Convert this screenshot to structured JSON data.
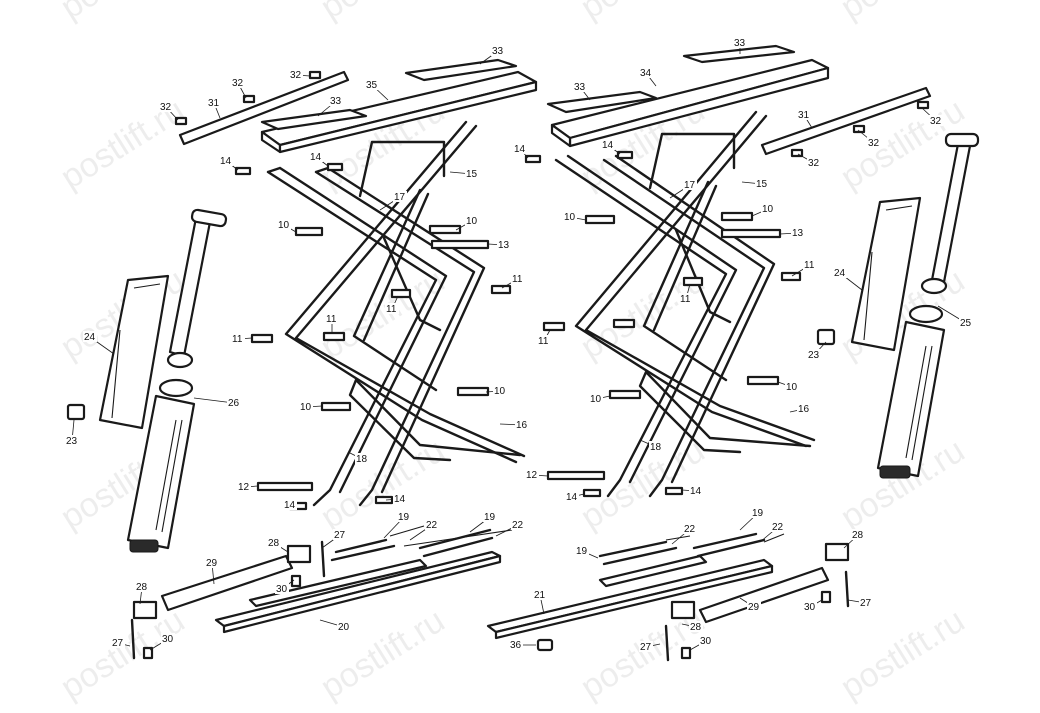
{
  "watermark": {
    "text": "postlift.ru"
  },
  "callouts": [
    {
      "text": "33"
    },
    {
      "text": "32"
    },
    {
      "text": "35"
    },
    {
      "text": "32"
    },
    {
      "text": "31"
    },
    {
      "text": "33"
    },
    {
      "text": "32"
    },
    {
      "text": "14"
    },
    {
      "text": "14"
    },
    {
      "text": "15"
    },
    {
      "text": "17"
    },
    {
      "text": "10"
    },
    {
      "text": "10"
    },
    {
      "text": "13"
    },
    {
      "text": "11"
    },
    {
      "text": "11"
    },
    {
      "text": "11"
    },
    {
      "text": "11"
    },
    {
      "text": "10"
    },
    {
      "text": "10"
    },
    {
      "text": "16"
    },
    {
      "text": "18"
    },
    {
      "text": "12"
    },
    {
      "text": "14"
    },
    {
      "text": "14"
    },
    {
      "text": "24"
    },
    {
      "text": "26"
    },
    {
      "text": "23"
    },
    {
      "text": "33"
    },
    {
      "text": "34"
    },
    {
      "text": "33"
    },
    {
      "text": "31"
    },
    {
      "text": "32"
    },
    {
      "text": "32"
    },
    {
      "text": "32"
    },
    {
      "text": "14"
    },
    {
      "text": "14"
    },
    {
      "text": "15"
    },
    {
      "text": "17"
    },
    {
      "text": "10"
    },
    {
      "text": "10"
    },
    {
      "text": "13"
    },
    {
      "text": "11"
    },
    {
      "text": "11"
    },
    {
      "text": "11"
    },
    {
      "text": "10"
    },
    {
      "text": "10"
    },
    {
      "text": "16"
    },
    {
      "text": "18"
    },
    {
      "text": "12"
    },
    {
      "text": "14"
    },
    {
      "text": "14"
    },
    {
      "text": "24"
    },
    {
      "text": "25"
    },
    {
      "text": "23"
    },
    {
      "text": "19"
    },
    {
      "text": "22"
    },
    {
      "text": "19"
    },
    {
      "text": "22"
    },
    {
      "text": "27"
    },
    {
      "text": "28"
    },
    {
      "text": "29"
    },
    {
      "text": "30"
    },
    {
      "text": "28"
    },
    {
      "text": "27"
    },
    {
      "text": "30"
    },
    {
      "text": "20"
    },
    {
      "text": "19"
    },
    {
      "text": "22"
    },
    {
      "text": "19"
    },
    {
      "text": "22"
    },
    {
      "text": "28"
    },
    {
      "text": "21"
    },
    {
      "text": "29"
    },
    {
      "text": "30"
    },
    {
      "text": "27"
    },
    {
      "text": "28"
    },
    {
      "text": "27"
    },
    {
      "text": "30"
    },
    {
      "text": "36"
    }
  ]
}
